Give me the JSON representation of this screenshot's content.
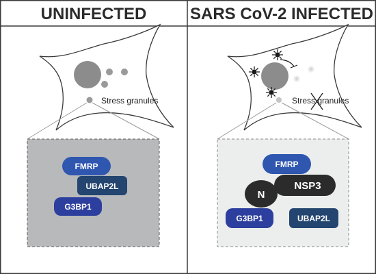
{
  "panels": {
    "left": {
      "title": "UNINFECTED",
      "cell_label": "Stress granules",
      "proteins": {
        "fmrp": "FMRP",
        "ubap2l": "UBAP2L",
        "g3bp1": "G3BP1"
      }
    },
    "right": {
      "title": "SARS CoV-2 INFECTED",
      "cell_label": "Stress granules",
      "proteins": {
        "fmrp": "FMRP",
        "nsp3": "NSP3",
        "n": "N",
        "g3bp1": "G3BP1",
        "ubap2l": "UBAP2L"
      }
    }
  },
  "colors": {
    "fmrp": "#2f57b0",
    "ubap2l": "#23456f",
    "g3bp1": "#2d3f9e",
    "viral": "#2b2b2b",
    "zoom_box_uninfected": "#b8b9bb",
    "zoom_box_infected": "#eceeed",
    "nucleus": "#8c8c8c",
    "granule": "#9a9a9a"
  },
  "icons": {
    "virus": "virus-icon",
    "inhibition": "inhibition-arrow-icon",
    "cross": "cross-mark-icon"
  }
}
